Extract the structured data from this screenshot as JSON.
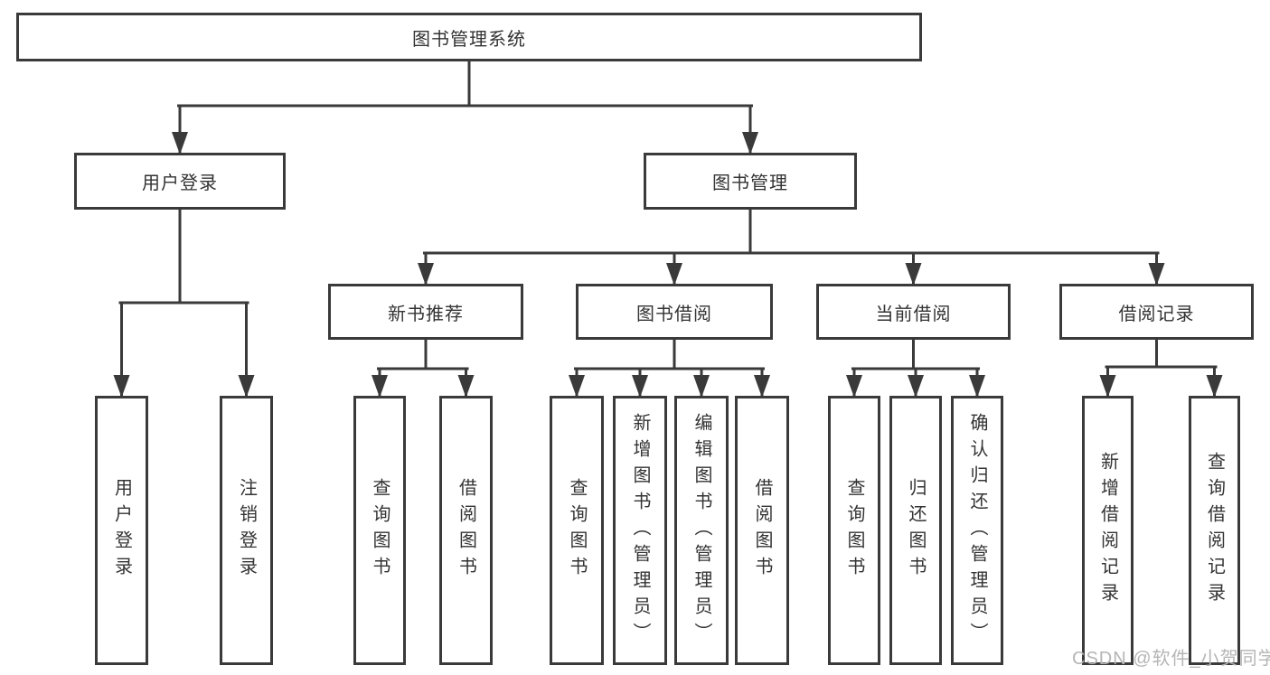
{
  "diagram": {
    "root_label": "图书管理系统"
  },
  "nodes": [
    {
      "id": "root",
      "label": "图书管理系统",
      "parent": null
    },
    {
      "id": "user-login",
      "label": "用户登录",
      "parent": "root"
    },
    {
      "id": "book-mgmt",
      "label": "图书管理",
      "parent": "root"
    },
    {
      "id": "new-book-rec",
      "label": "新书推荐",
      "parent": "book-mgmt"
    },
    {
      "id": "book-borrow",
      "label": "图书借阅",
      "parent": "book-mgmt"
    },
    {
      "id": "current-borrow",
      "label": "当前借阅",
      "parent": "book-mgmt"
    },
    {
      "id": "borrow-record",
      "label": "借阅记录",
      "parent": "book-mgmt"
    },
    {
      "id": "leaf-user-login",
      "label": "用户登录",
      "parent": "user-login"
    },
    {
      "id": "leaf-logout",
      "label": "注销登录",
      "parent": "user-login"
    },
    {
      "id": "nb-query-book",
      "label": "查询图书",
      "parent": "new-book-rec"
    },
    {
      "id": "nb-borrow-book",
      "label": "借阅图书",
      "parent": "new-book-rec"
    },
    {
      "id": "bb-query-book",
      "label": "查询图书",
      "parent": "book-borrow"
    },
    {
      "id": "bb-add-book",
      "label": "新增图书（管理员）",
      "parent": "book-borrow"
    },
    {
      "id": "bb-edit-book",
      "label": "编辑图书（管理员）",
      "parent": "book-borrow"
    },
    {
      "id": "bb-borrow-book",
      "label": "借阅图书",
      "parent": "book-borrow"
    },
    {
      "id": "cb-query-book",
      "label": "查询图书",
      "parent": "current-borrow"
    },
    {
      "id": "cb-return-book",
      "label": "归还图书",
      "parent": "current-borrow"
    },
    {
      "id": "cb-confirm-return",
      "label": "确认归还（管理员）",
      "parent": "current-borrow"
    },
    {
      "id": "br-add-record",
      "label": "新增借阅记录",
      "parent": "borrow-record"
    },
    {
      "id": "br-query-record",
      "label": "查询借阅记录",
      "parent": "borrow-record"
    }
  ],
  "watermark": {
    "text": "CSDN @软件_小贺同学"
  },
  "colors": {
    "line": "#3a3a3a",
    "text": "#333333",
    "node_fill": "#ffffff",
    "watermark": "#b5b5b5",
    "background": "#ffffff"
  }
}
